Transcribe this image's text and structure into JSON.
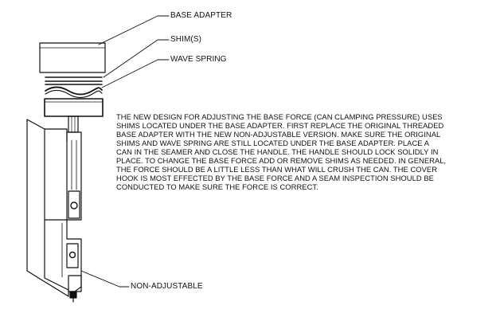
{
  "labels": {
    "base_adapter": "BASE ADAPTER",
    "shims": "SHIM(S)",
    "wave_spring": "WAVE SPRING",
    "non_adjustable": "NON-ADJUSTABLE"
  },
  "note_lines": [
    "THE NEW DESIGN FOR ADJUSTING THE BASE FORCE (CAN CLAMPING PRESSURE) USES",
    "SHIMS LOCATED UNDER THE BASE ADAPTER.  FIRST REPLACE THE ORIGINAL THREADED",
    "BASE ADAPTER WITH THE NEW NON-ADJUSTABLE VERSION.  MAKE SURE THE ORIGINAL",
    "SHIMS AND WAVE SPRING ARE STILL LOCATED UNDER THE BASE ADAPTER.  PLACE A",
    "CAN IN THE SEAMER AND CLOSE THE HANDLE.  THE HANDLE SHOULD LOCK SOLIDLY IN",
    "PLACE. TO CHANGE THE BASE FORCE ADD OR REMOVE SHIMS AS NEEDED.  IN GENERAL,",
    "THE FORCE SHOULD BE A LITTLE LESS THAN WHAT WILL CRUSH THE CAN.  THE COVER",
    "HOOK IS MOST EFFECTED BY THE BASE FORCE AND A SEAM INSPECTION SHOULD BE",
    "CONDUCTED TO MAKE SURE THE FORCE IS CORRECT."
  ]
}
